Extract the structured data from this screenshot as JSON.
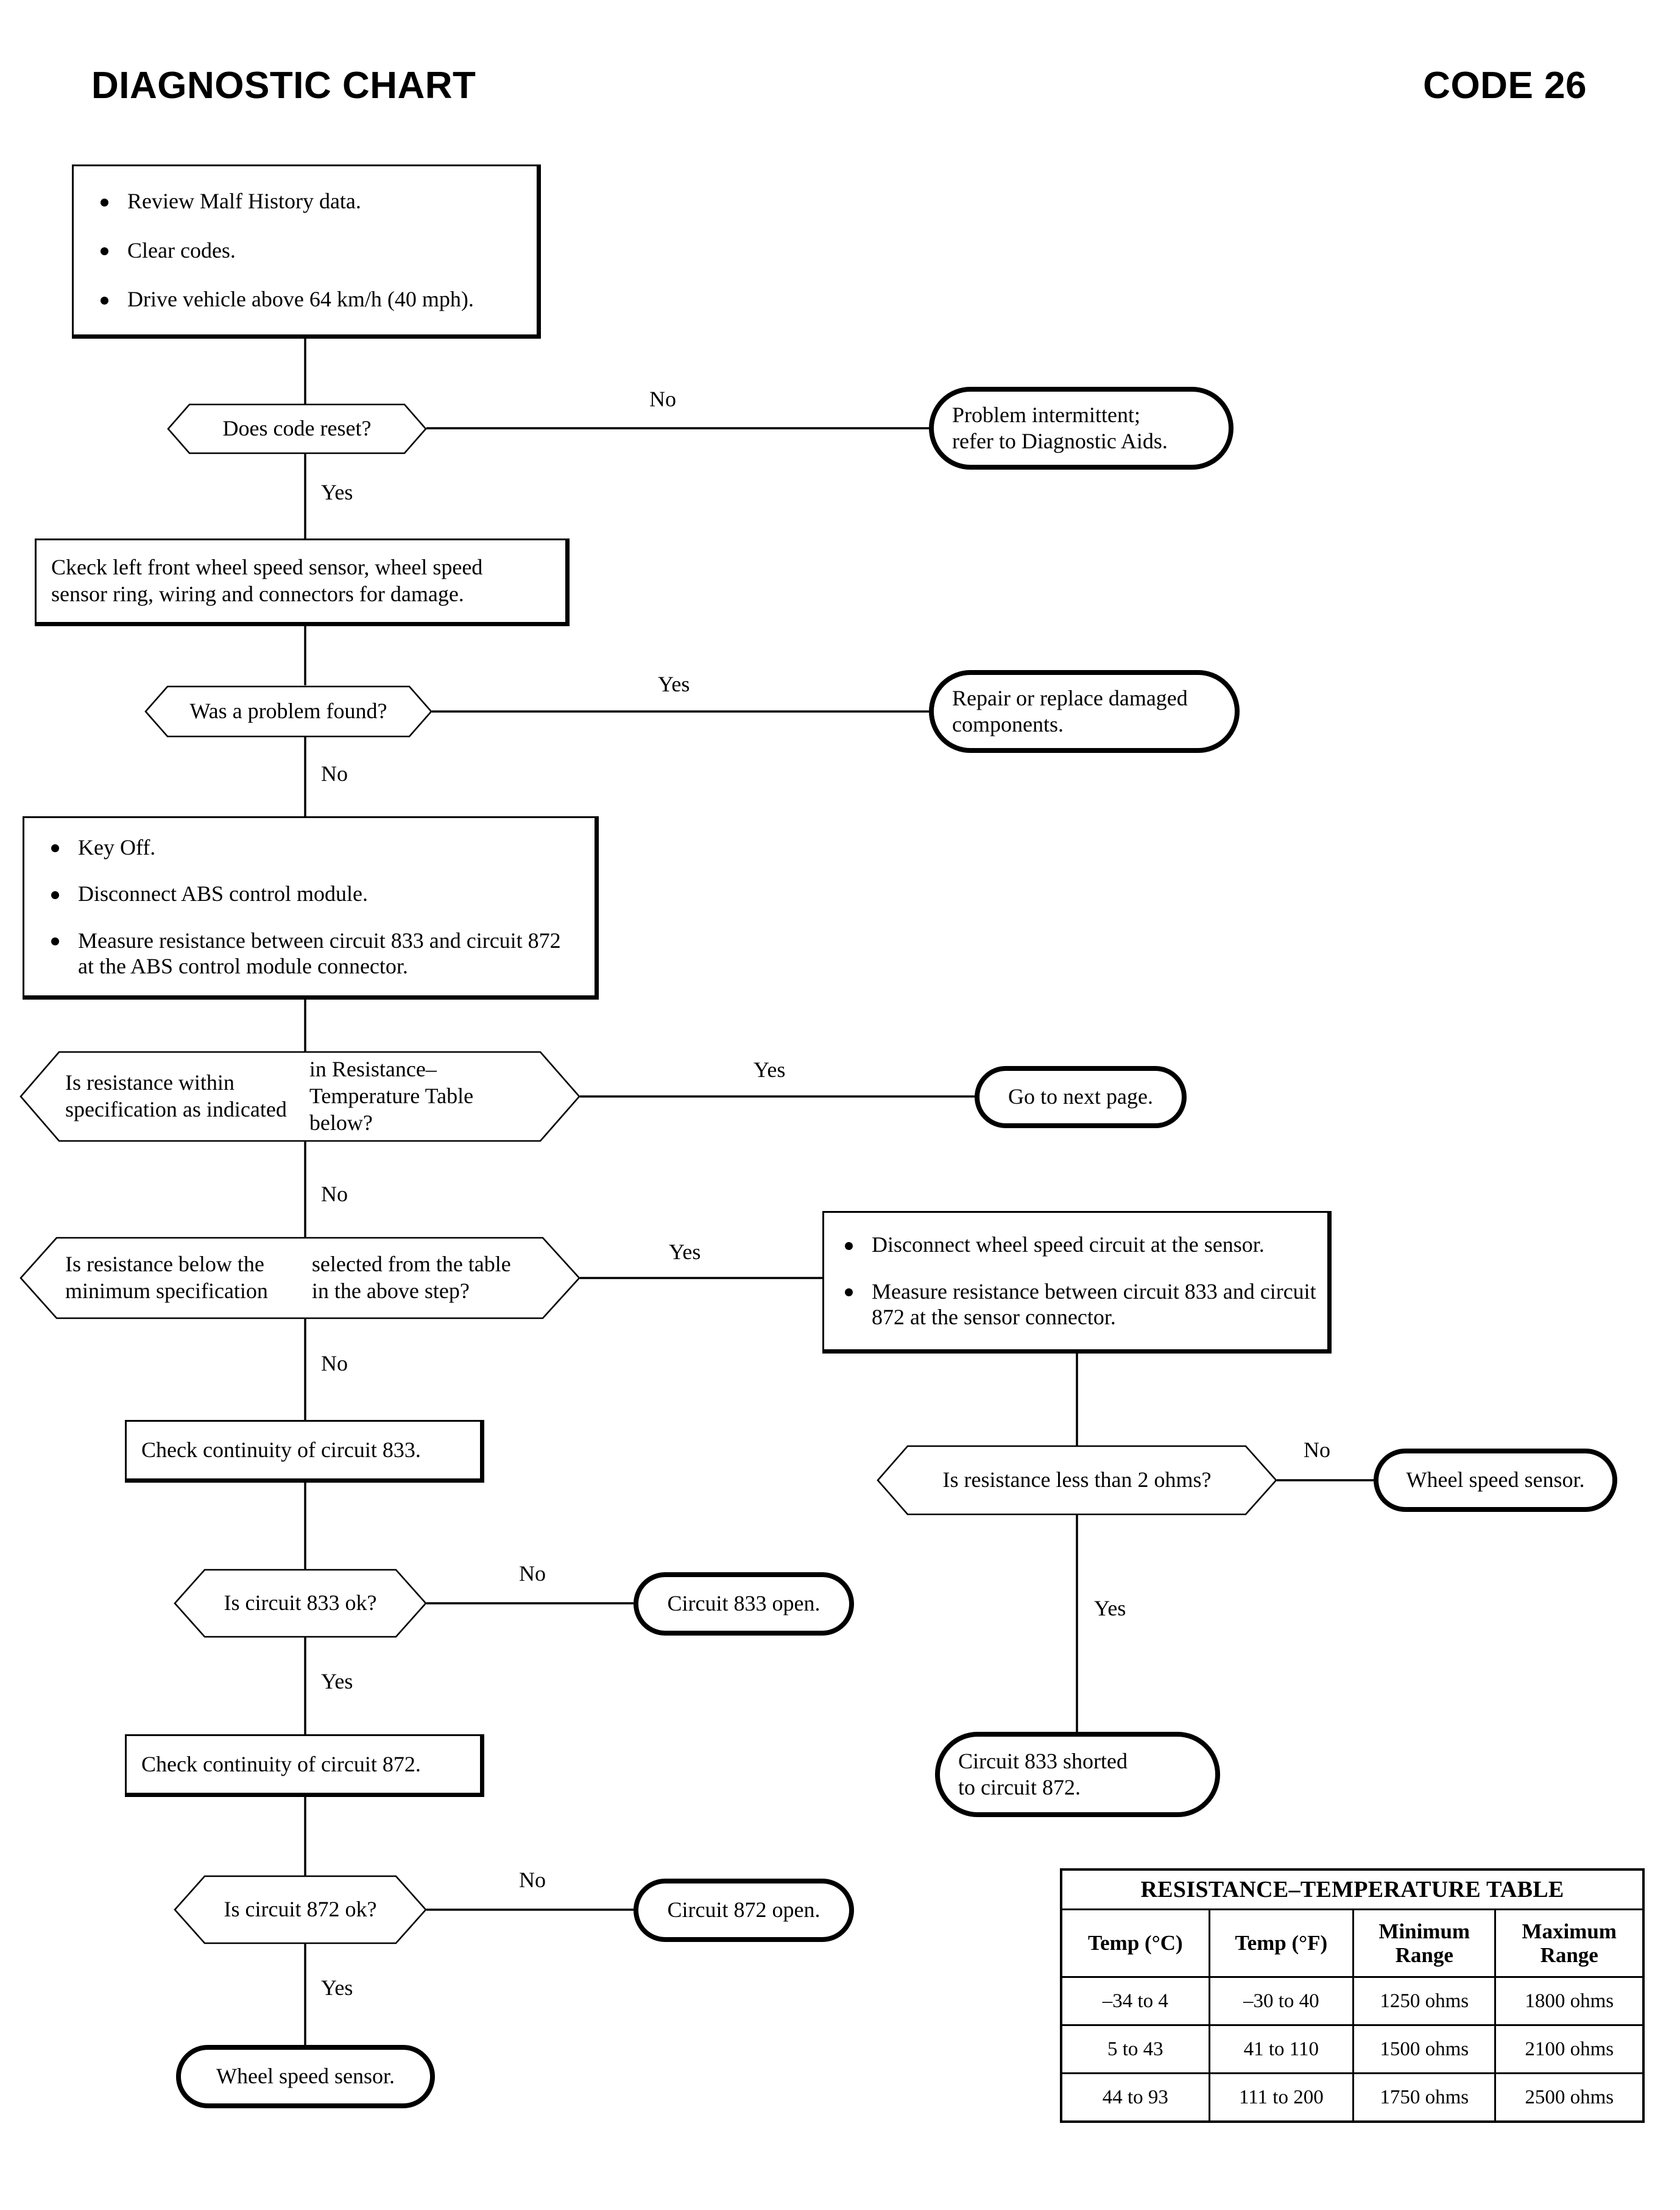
{
  "header": {
    "title": "DIAGNOSTIC CHART",
    "code": "CODE 26"
  },
  "nodes": {
    "step1": {
      "type": "process-bullets",
      "bullets": [
        "Review Malf History data.",
        "Clear codes.",
        "Drive vehicle above 64 km/h (40 mph)."
      ]
    },
    "d1": {
      "type": "decision",
      "text": "Does code reset?"
    },
    "t1": {
      "type": "terminator",
      "line1": "Problem intermittent;",
      "line2": "refer to Diagnostic Aids."
    },
    "step2": {
      "type": "process",
      "line1": "Ckeck left front wheel speed sensor, wheel speed",
      "line2": "sensor ring, wiring and connectors for damage."
    },
    "d2": {
      "type": "decision",
      "text": "Was a problem found?"
    },
    "t2": {
      "type": "terminator",
      "line1": "Repair or replace damaged",
      "line2": "components."
    },
    "step3": {
      "type": "process-bullets",
      "bullets": [
        "Key Off.",
        "Disconnect ABS control module.",
        "Measure resistance between circuit 833 and circuit 872 at the ABS control module connector."
      ]
    },
    "d3": {
      "type": "decision",
      "line1": "Is resistance within specification as indicated",
      "line2": "in Resistance–Temperature Table below?"
    },
    "t3": {
      "type": "terminator",
      "text": "Go to next page."
    },
    "d4": {
      "type": "decision",
      "line1": "Is resistance below the minimum specification",
      "line2": "selected from the table in the above step?"
    },
    "step4": {
      "type": "process-bullets",
      "bullets": [
        "Disconnect wheel speed circuit at the sensor.",
        "Measure resistance between circuit 833 and circuit 872 at the sensor connector."
      ]
    },
    "step5": {
      "type": "process",
      "text": "Check continuity of circuit 833."
    },
    "d5": {
      "type": "decision",
      "text": "Is resistance less than 2 ohms?"
    },
    "t4": {
      "type": "terminator",
      "text": "Wheel speed sensor."
    },
    "d6": {
      "type": "decision",
      "text": "Is circuit 833 ok?"
    },
    "t5": {
      "type": "terminator",
      "text": "Circuit 833 open."
    },
    "t6": {
      "type": "terminator",
      "line1": "Circuit 833 shorted",
      "line2": "to circuit 872."
    },
    "step6": {
      "type": "process",
      "text": "Check continuity of circuit 872."
    },
    "d7": {
      "type": "decision",
      "text": "Is circuit 872 ok?"
    },
    "t7": {
      "type": "terminator",
      "text": "Circuit 872 open."
    },
    "t8": {
      "type": "terminator",
      "text": "Wheel speed sensor."
    }
  },
  "branches": {
    "d1_no": "No",
    "d1_yes": "Yes",
    "d2_yes": "Yes",
    "d2_no": "No",
    "d3_yes": "Yes",
    "d3_no": "No",
    "d4_yes": "Yes",
    "d4_no": "No",
    "d5_no": "No",
    "d5_yes": "Yes",
    "d6_no": "No",
    "d6_yes": "Yes",
    "d7_no": "No",
    "d7_yes": "Yes"
  },
  "chart_data": {
    "type": "table",
    "title": "RESISTANCE–TEMPERATURE TABLE",
    "columns": [
      "Temp (°C)",
      "Temp (°F)",
      "Minimum Range",
      "Maximum Range"
    ],
    "columns_wrapped": [
      [
        "",
        "Temp (°C)"
      ],
      [
        "",
        "Temp (°F)"
      ],
      [
        "Minimum",
        "Range"
      ],
      [
        "Maximum",
        "Range"
      ]
    ],
    "rows": [
      [
        "–34 to 4",
        "–30 to 40",
        "1250 ohms",
        "1800 ohms"
      ],
      [
        "5 to 43",
        "41 to 110",
        "1500 ohms",
        "2100 ohms"
      ],
      [
        "44 to 93",
        "111 to 200",
        "1750 ohms",
        "2500 ohms"
      ]
    ]
  }
}
